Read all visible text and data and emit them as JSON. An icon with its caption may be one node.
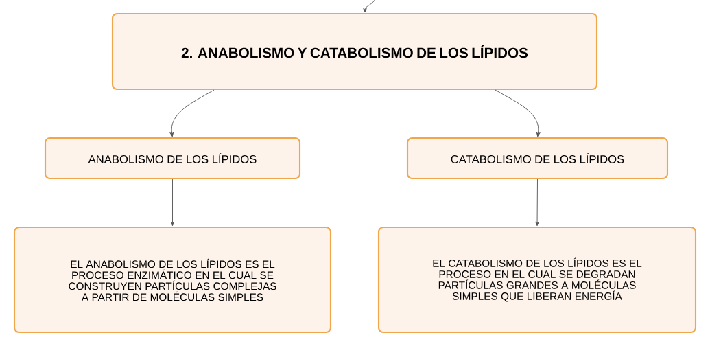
{
  "diagram": {
    "nodes": [
      {
        "text": [
          "2. ANABOLISMO Y CATABOLISMO DE LOS LÍPIDOS"
        ]
      },
      {
        "text": [
          "ANABOLISMO DE LOS LÍPIDOS"
        ]
      },
      {
        "text": [
          "CATABOLISMO DE LOS LÍPIDOS"
        ]
      },
      {
        "text": [
          "EL ANABOLISMO DE LOS LÍPIDOS ES EL PROCESO ENZIMÁTICO EN EL CUAL SE CONSTRUYEN PARTÍCULAS COMPLEJAS A PARTIR DE MOLÉCULAS SIMPLES"
        ]
      },
      {
        "text": [
          "EL CATABOLISMO DE LOS LÍPIDOS ES EL PROCESO EN EL CUAL SE DEGRADAN PARTÍCULAS GRANDES A MOLÉCULAS SIMPLES QUE LIBERAN ENERGÍA"
        ]
      }
    ],
    "edges": [
      {
        "from": null,
        "to": 0,
        "arrow": "to"
      },
      {
        "from": 0,
        "to": 1,
        "arrow": "to"
      },
      {
        "from": 0,
        "to": 2,
        "arrow": "to"
      },
      {
        "from": 1,
        "to": 3,
        "arrow": "to"
      },
      {
        "from": 2,
        "to": 4,
        "arrow": "to"
      }
    ]
  }
}
